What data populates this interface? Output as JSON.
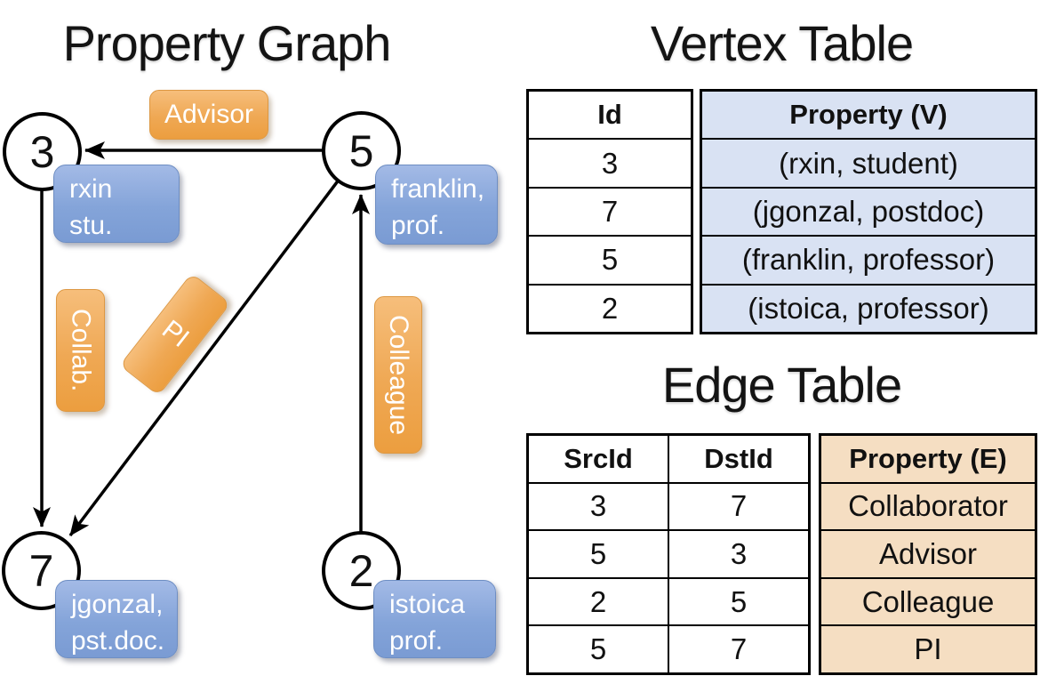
{
  "graph": {
    "title": "Property Graph",
    "nodes": [
      {
        "id": "3",
        "line1": "rxin",
        "line2": "stu."
      },
      {
        "id": "5",
        "line1": "franklin,",
        "line2": "prof."
      },
      {
        "id": "7",
        "line1": "jgonzal,",
        "line2": "pst.doc."
      },
      {
        "id": "2",
        "line1": "istoica",
        "line2": "prof."
      }
    ],
    "edge_labels": {
      "advisor": "Advisor",
      "collab": "Collab.",
      "pi": "PI",
      "colleague": "Colleague"
    }
  },
  "vertex_table": {
    "title": "Vertex Table",
    "headers": {
      "id": "Id",
      "property": "Property (V)"
    },
    "rows": [
      {
        "id": "3",
        "property": "(rxin, student)"
      },
      {
        "id": "7",
        "property": "(jgonzal, postdoc)"
      },
      {
        "id": "5",
        "property": "(franklin, professor)"
      },
      {
        "id": "2",
        "property": "(istoica, professor)"
      }
    ]
  },
  "edge_table": {
    "title": "Edge Table",
    "headers": {
      "src": "SrcId",
      "dst": "DstId",
      "property": "Property (E)"
    },
    "rows": [
      {
        "src": "3",
        "dst": "7",
        "property": "Collaborator"
      },
      {
        "src": "5",
        "dst": "3",
        "property": "Advisor"
      },
      {
        "src": "2",
        "dst": "5",
        "property": "Colleague"
      },
      {
        "src": "5",
        "dst": "7",
        "property": "PI"
      }
    ]
  },
  "colors": {
    "vertex_property_fill": "#D9E2F3",
    "edge_property_fill": "#F5DEC2",
    "node_label_blue": "#84A4D9",
    "edge_label_orange": "#EFA854",
    "line_black": "#000000"
  }
}
